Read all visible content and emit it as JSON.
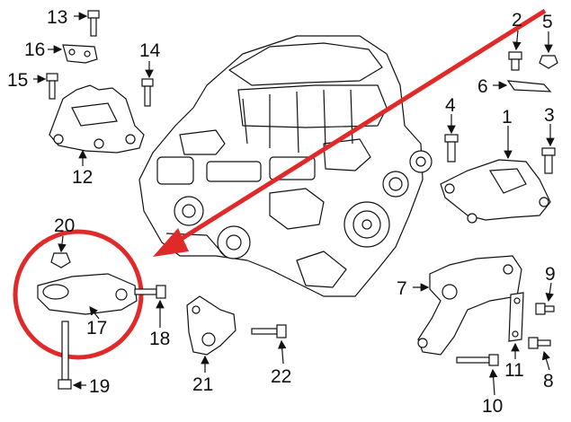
{
  "diagram": {
    "callouts": [
      {
        "id": "c1",
        "label": "1"
      },
      {
        "id": "c2",
        "label": "2"
      },
      {
        "id": "c3",
        "label": "3"
      },
      {
        "id": "c4",
        "label": "4"
      },
      {
        "id": "c5",
        "label": "5"
      },
      {
        "id": "c6",
        "label": "6"
      },
      {
        "id": "c7",
        "label": "7"
      },
      {
        "id": "c8",
        "label": "8"
      },
      {
        "id": "c9",
        "label": "9"
      },
      {
        "id": "c10",
        "label": "10"
      },
      {
        "id": "c11",
        "label": "11"
      },
      {
        "id": "c12",
        "label": "12"
      },
      {
        "id": "c13",
        "label": "13"
      },
      {
        "id": "c14",
        "label": "14"
      },
      {
        "id": "c15",
        "label": "15"
      },
      {
        "id": "c16",
        "label": "16"
      },
      {
        "id": "c17",
        "label": "17"
      },
      {
        "id": "c18",
        "label": "18"
      },
      {
        "id": "c19",
        "label": "19"
      },
      {
        "id": "c20",
        "label": "20"
      },
      {
        "id": "c21",
        "label": "21"
      },
      {
        "id": "c22",
        "label": "22"
      }
    ],
    "colors": {
      "line": "#111111",
      "highlight": "#e02a2a",
      "background": "#ffffff"
    }
  }
}
